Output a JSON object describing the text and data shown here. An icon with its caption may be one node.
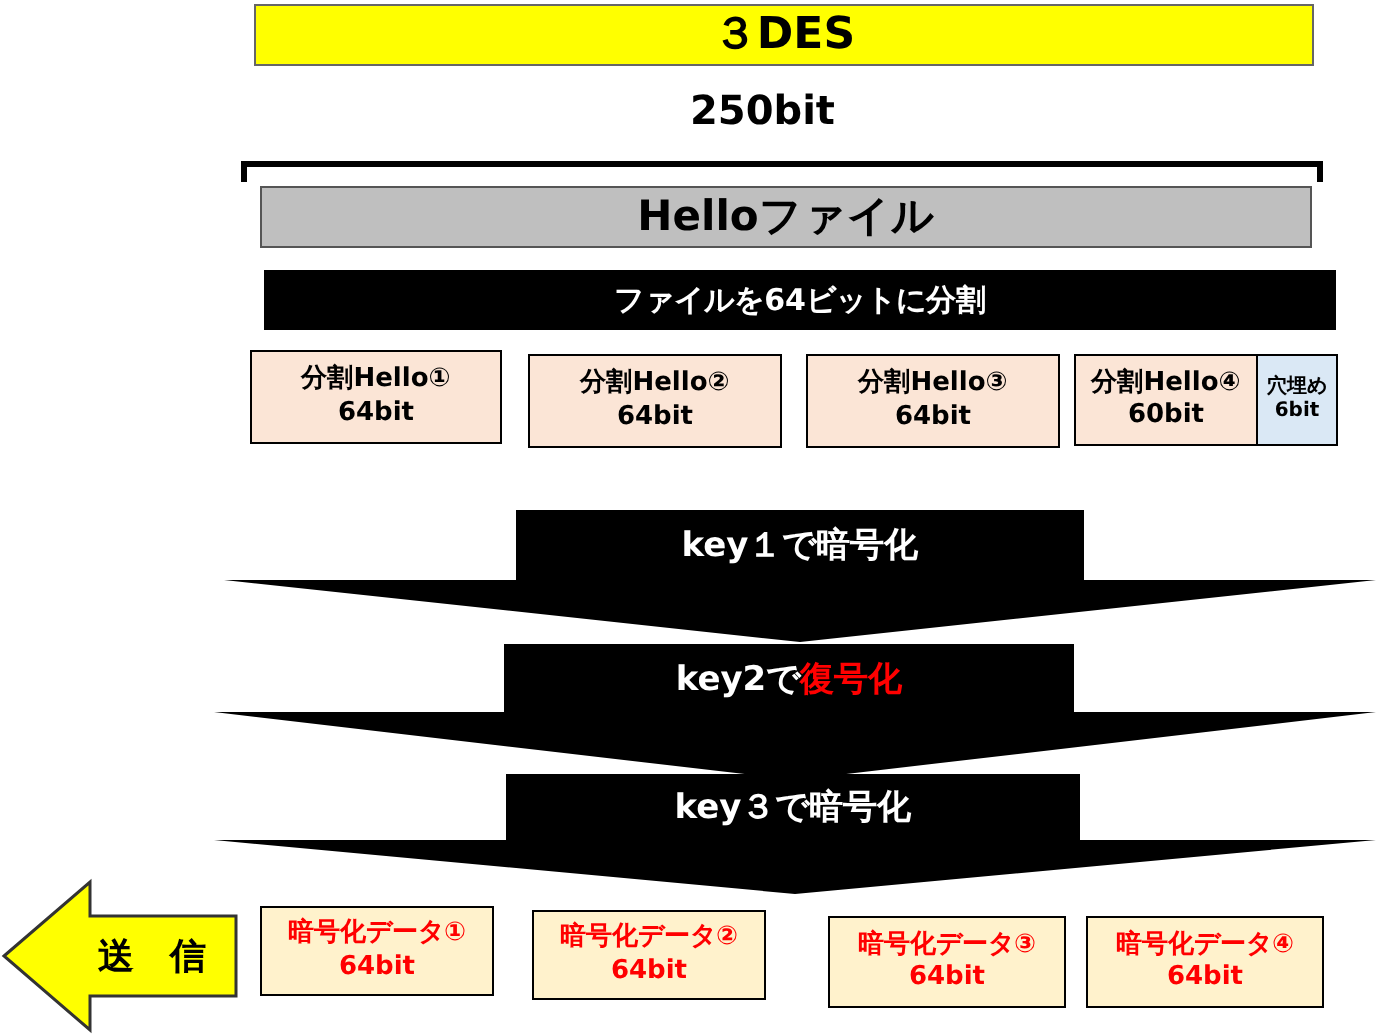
{
  "diagram": {
    "nodes": [
      {
        "text": [
          "３DES"
        ]
      },
      {
        "text": [
          "Helloファイル"
        ]
      },
      {
        "text": [
          "ファイルを64ビットに分割"
        ]
      },
      {
        "text": [
          "分割Hello① 64bit"
        ]
      },
      {
        "text": [
          "分割Hello② 64bit"
        ]
      },
      {
        "text": [
          "分割Hello③ 64bit"
        ]
      },
      {
        "text": [
          "分割Hello④ 60bit"
        ]
      },
      {
        "text": [
          "穴埋め 6bit"
        ]
      },
      {
        "text": [
          "key１で暗号化"
        ]
      },
      {
        "text": [
          "key2で**復号化**"
        ]
      },
      {
        "text": [
          "key３で暗号化"
        ]
      },
      {
        "text": [
          "送　信"
        ]
      },
      {
        "text": [
          "暗号化データ① 64bit"
        ]
      },
      {
        "text": [
          "暗号化データ② 64bit"
        ]
      },
      {
        "text": [
          "暗号化データ③ 64bit"
        ]
      },
      {
        "text": [
          "暗号化データ④ 64bit"
        ]
      }
    ],
    "labels": [
      "250bit"
    ]
  }
}
